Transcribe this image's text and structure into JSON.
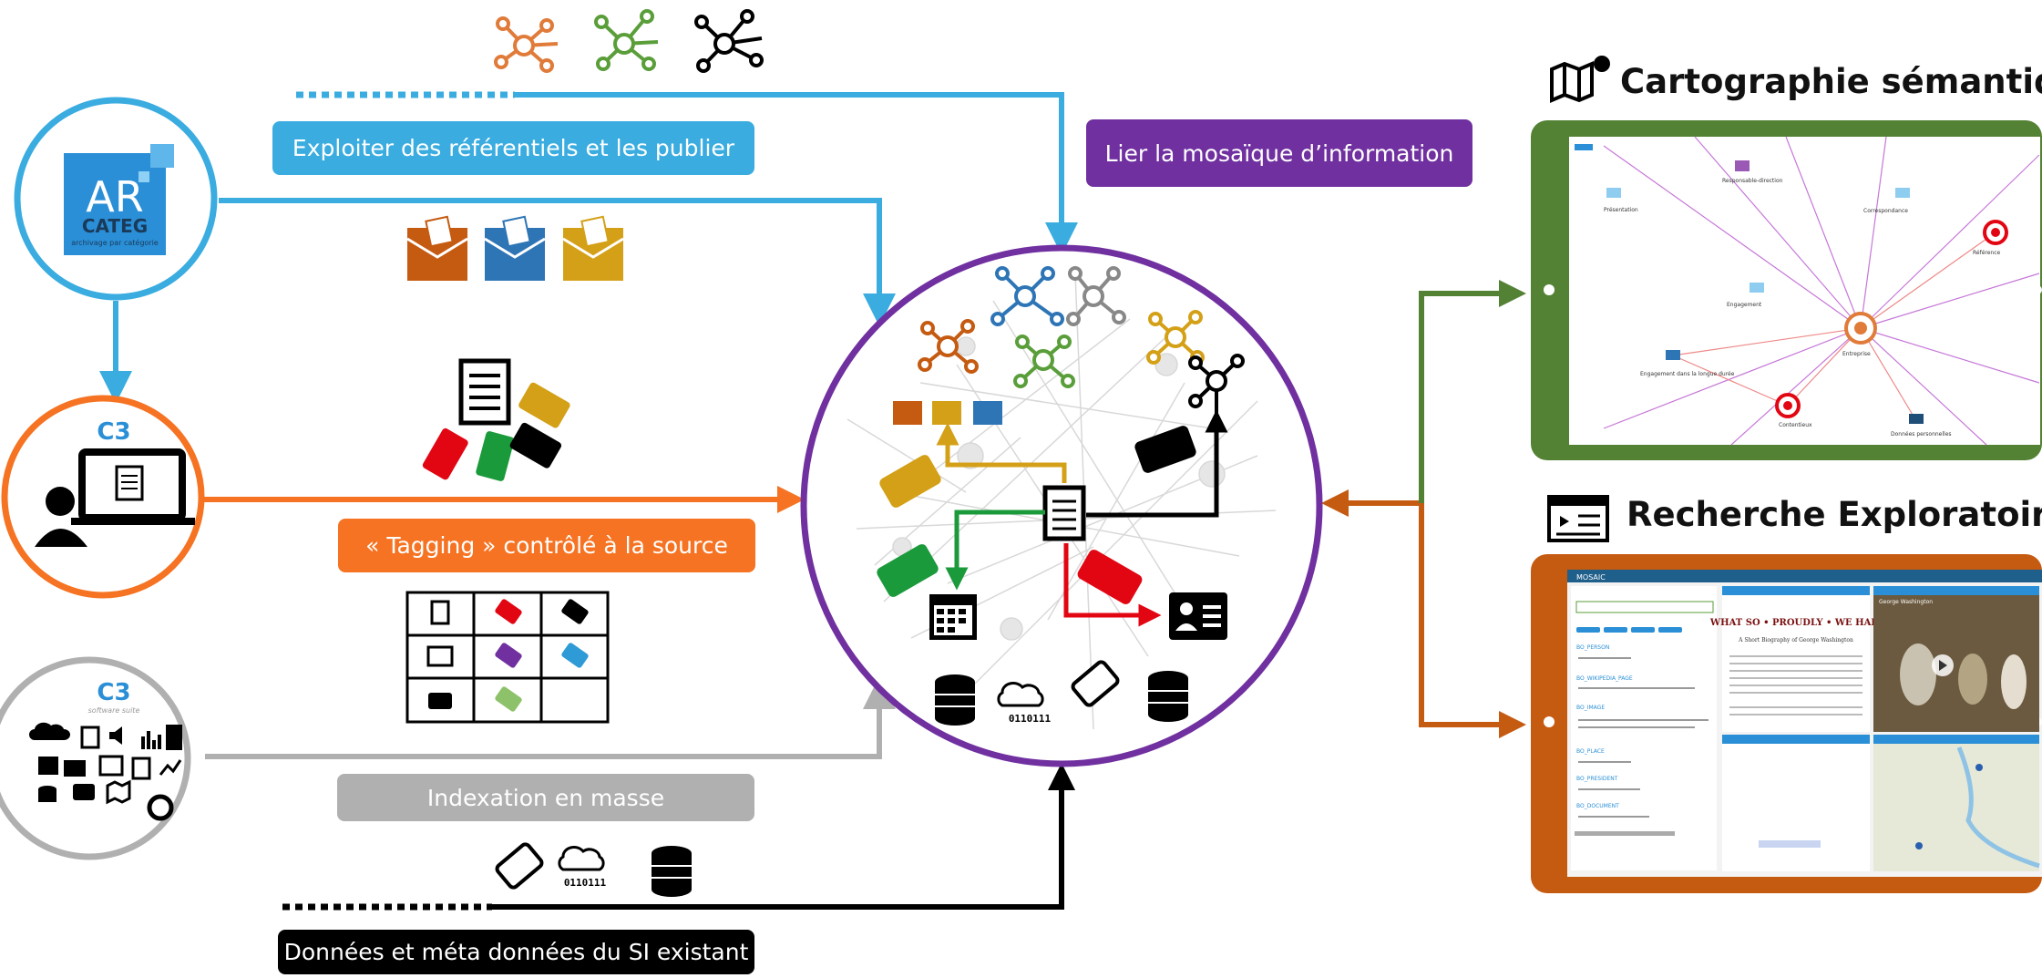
{
  "labels": {
    "exploiter": "Exploiter des référentiels et les publier",
    "lier": "Lier la mosaïque d’information",
    "tagging": "« Tagging » contrôlé à la source",
    "indexation": "Indexation en masse",
    "donnees": "Données et méta données du SI existant"
  },
  "titles": {
    "cartographie": "Cartographie sémantique",
    "recherche": "Recherche Exploratoire"
  },
  "logos": {
    "arcateg_main": "AR",
    "arcateg_sub": "CATEG",
    "arcateg_tag": "archivage par catégorie",
    "c3_badge": "C3",
    "c3_badge_gray": "C3",
    "c3_subtitle": "software suite"
  },
  "map_screen": {
    "nodes": [
      "Présentation",
      "Responsable-direction",
      "Correspondance",
      "Engagement",
      "Entreprise",
      "Engagement dans la longue durée",
      "Contentieux",
      "Données personnelles",
      "Référence"
    ]
  },
  "search_screen": {
    "app_name": "MOSAIC",
    "doc_title": "WHAT SO • PROUDLY • WE HAIL",
    "doc_subtitle": "A Short Biography of George Washington",
    "panel_title": "George Washington",
    "fields": [
      "BO_PERSON",
      "BO_WIKIPEDIA_PAGE",
      "BO_IMAGE",
      "BO_PLACE",
      "BO_PRESIDENT",
      "BO_DOCUMENT"
    ]
  },
  "colors": {
    "blue": "#3aace0",
    "orange": "#f57322",
    "gray": "#b0b0b0",
    "black": "#000000",
    "purple": "#7030a0",
    "green": "#548235",
    "rust": "#c55a11",
    "red": "#e20613",
    "teal_green": "#1a9a3a",
    "gold": "#d4a017"
  }
}
